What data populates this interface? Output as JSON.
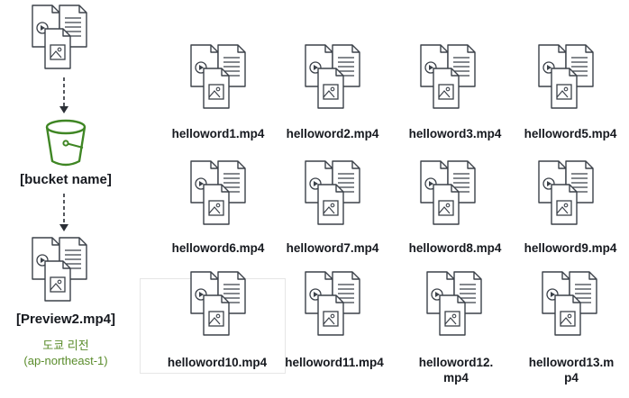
{
  "left_column": {
    "bucket_label": "[bucket name]",
    "preview_label": "[Preview2.mp4]",
    "region_name": "도쿄 리전",
    "region_code": "(ap-northeast-1)"
  },
  "files": [
    {
      "label": "helloword1.mp4"
    },
    {
      "label": "helloword2.mp4"
    },
    {
      "label": "helloword3.mp4"
    },
    {
      "label": "helloword5.mp4"
    },
    {
      "label": "helloword6.mp4"
    },
    {
      "label": "helloword7.mp4"
    },
    {
      "label": "helloword8.mp4"
    },
    {
      "label": "helloword9.mp4"
    },
    {
      "label": "helloword10.mp4"
    },
    {
      "label": "helloword11.mp4"
    },
    {
      "label": "helloword12.mp4",
      "label_line1": "helloword12.",
      "label_line2": "mp4"
    },
    {
      "label": "helloword13.mp4",
      "label_line1": "helloword13.m",
      "label_line2": "p4"
    }
  ],
  "colors": {
    "icon_stroke": "#3b4149",
    "bucket_green": "#3f8624",
    "region_green": "#5a8c2b",
    "arrow": "#2b2f36"
  }
}
